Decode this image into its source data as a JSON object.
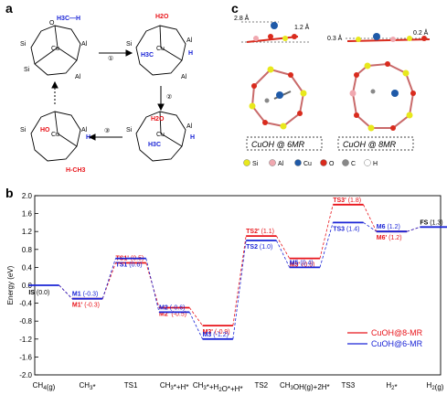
{
  "panel_labels": {
    "a": "a",
    "b": "b",
    "c": "c"
  },
  "scheme": {
    "steps": [
      "①",
      "②",
      "③"
    ],
    "texts": {
      "h3c_h": "H3C—H",
      "h2o": "H2O",
      "h3c": "H3C",
      "h": "H",
      "ho": "HO",
      "h_ch3": "H-CH3",
      "cu": "Cu",
      "si": "Si",
      "al": "Al",
      "o": "O"
    }
  },
  "structures": {
    "dims": [
      "2.8 Å",
      "1.2 Å",
      "0.3 Å",
      "0.2 Å"
    ],
    "box_labels": [
      "CuOH @ 6MR",
      "CuOH @ 8MR"
    ],
    "legend": [
      {
        "symbol": "Si",
        "color": "#e8e81c"
      },
      {
        "symbol": "Al",
        "color": "#f0a8b0"
      },
      {
        "symbol": "Cu",
        "color": "#1f5aa8"
      },
      {
        "symbol": "O",
        "color": "#d92b1d"
      },
      {
        "symbol": "C",
        "color": "#888888"
      },
      {
        "symbol": "H",
        "color": "#ffffff"
      }
    ]
  },
  "colors": {
    "red": "#e8141a",
    "blue": "#1a24d6"
  },
  "chart_data": {
    "type": "line",
    "ylabel": "Energy (eV)",
    "ylim": [
      -2.0,
      2.0
    ],
    "yticks": [
      2.0,
      1.6,
      1.2,
      0.8,
      0.4,
      0.0,
      -0.4,
      -0.8,
      -1.2,
      -1.6,
      -2.0
    ],
    "states": [
      "CH4(g)",
      "CH3*",
      "TS1",
      "CH3*+H*",
      "CH3*+H2O*+H*",
      "TS2",
      "CH3OH(g)+2H*",
      "TS3",
      "H2*",
      "H2(g)"
    ],
    "state_labels": [
      "CH",
      "(g)",
      "CH",
      "*",
      "TS1",
      "CH",
      "*+H*",
      "CH",
      "*+H",
      "O*+H*",
      "TS2",
      "CH",
      "OH(g)+2H*",
      "TS3",
      "H",
      "*",
      "H",
      "(g)"
    ],
    "shared_levels": [
      {
        "label": "IS",
        "value": 0.0,
        "text": "(0.0)",
        "x_index": 0
      },
      {
        "label": "FS",
        "value": 1.3,
        "text": "(1.3)",
        "x_index": 9
      }
    ],
    "series": [
      {
        "name": "CuOH@8-MR",
        "color": "#e8141a",
        "levels": [
          {
            "label": "M1'",
            "value": -0.3,
            "text": "(-0.3)"
          },
          {
            "label": "TS1'",
            "value": 0.5,
            "text": "(0.5)"
          },
          {
            "label": "M2'",
            "value": -0.5,
            "text": "(-0.5)"
          },
          {
            "label": "M3'",
            "value": -0.9,
            "text": "(-0.9)"
          },
          {
            "label": "TS2'",
            "value": 1.1,
            "text": "(1.1)"
          },
          {
            "label": "M5'",
            "value": 0.6,
            "text": "(0.6)"
          },
          {
            "label": "TS3'",
            "value": 1.8,
            "text": "(1.8)"
          },
          {
            "label": "M6'",
            "value": 1.2,
            "text": "(1.2)"
          }
        ]
      },
      {
        "name": "CuOH@6-MR",
        "color": "#1a24d6",
        "levels": [
          {
            "label": "M1",
            "value": -0.3,
            "text": "(-0.3)"
          },
          {
            "label": "TS1",
            "value": 0.6,
            "text": "(0.6)"
          },
          {
            "label": "M2",
            "value": -0.6,
            "text": "(-0.6)"
          },
          {
            "label": "M3",
            "value": -1.2,
            "text": "(-1.2)"
          },
          {
            "label": "TS2",
            "value": 1.0,
            "text": "(1.0)"
          },
          {
            "label": "M5",
            "value": 0.4,
            "text": "(0.4)"
          },
          {
            "label": "TS3",
            "value": 1.4,
            "text": "(1.4)"
          },
          {
            "label": "M6",
            "value": 1.2,
            "text": "(1.2)"
          }
        ]
      }
    ],
    "legend": [
      "CuOH@8-MR",
      "CuOH@6-MR"
    ]
  }
}
